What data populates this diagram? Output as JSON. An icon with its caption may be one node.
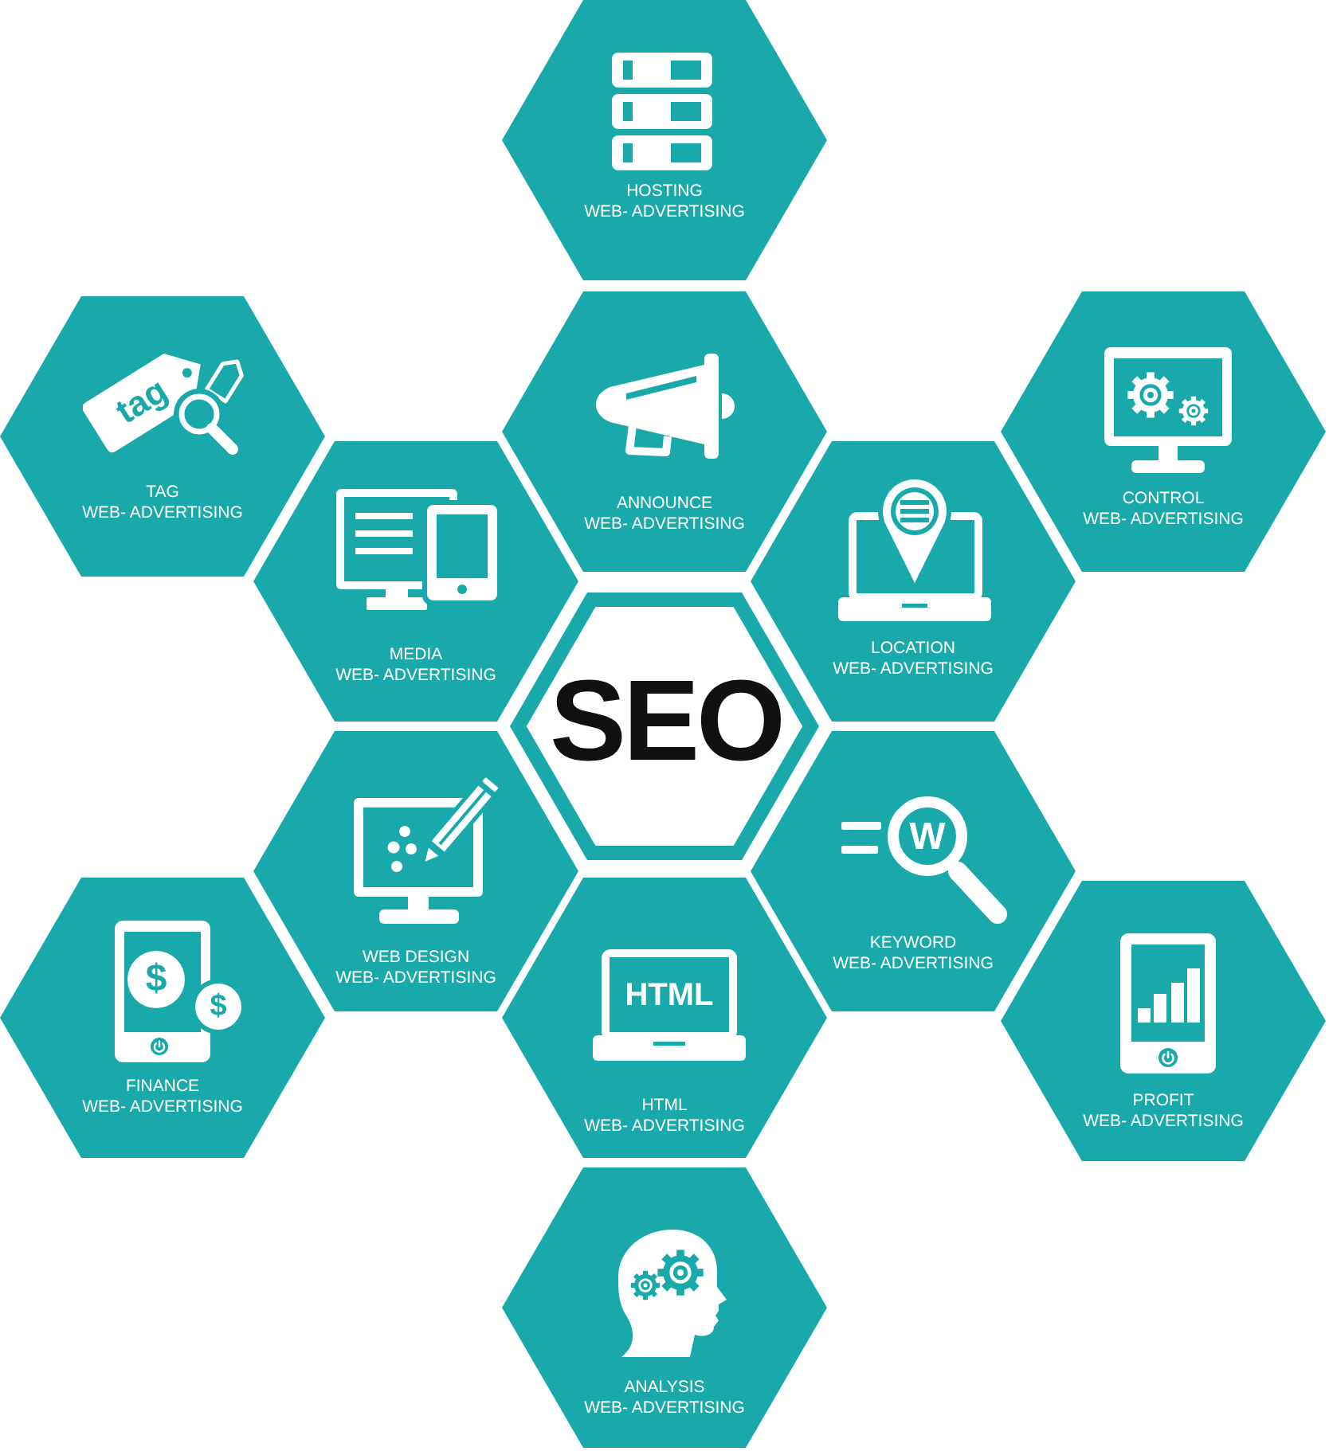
{
  "diagram": {
    "nodes": [
      {
        "text": [
          "HOSTING",
          "WEB- ADVERTISING"
        ]
      },
      {
        "text": [
          "tag",
          "TAG",
          "WEB- ADVERTISING"
        ]
      },
      {
        "text": [
          "ANNOUNCE",
          "WEB- ADVERTISING"
        ]
      },
      {
        "text": [
          "CONTROL",
          "WEB- ADVERTISING"
        ]
      },
      {
        "text": [
          "MEDIA",
          "WEB- ADVERTISING"
        ]
      },
      {
        "text": [
          "LOCATION",
          "WEB- ADVERTISING"
        ]
      },
      {
        "text": [
          "SEO"
        ]
      },
      {
        "text": [
          "WEB DESIGN",
          "WEB- ADVERTISING"
        ]
      },
      {
        "text": [
          "W",
          "KEYWORD",
          "WEB- ADVERTISING"
        ]
      },
      {
        "text": [
          "$",
          "$",
          "FINANCE",
          "WEB- ADVERTISING"
        ]
      },
      {
        "text": [
          "HTML",
          "HTML",
          "WEB- ADVERTISING"
        ]
      },
      {
        "text": [
          "PROFIT",
          "WEB- ADVERTISING"
        ]
      },
      {
        "text": [
          "ANALYSIS",
          "WEB- ADVERTISING"
        ]
      }
    ]
  }
}
